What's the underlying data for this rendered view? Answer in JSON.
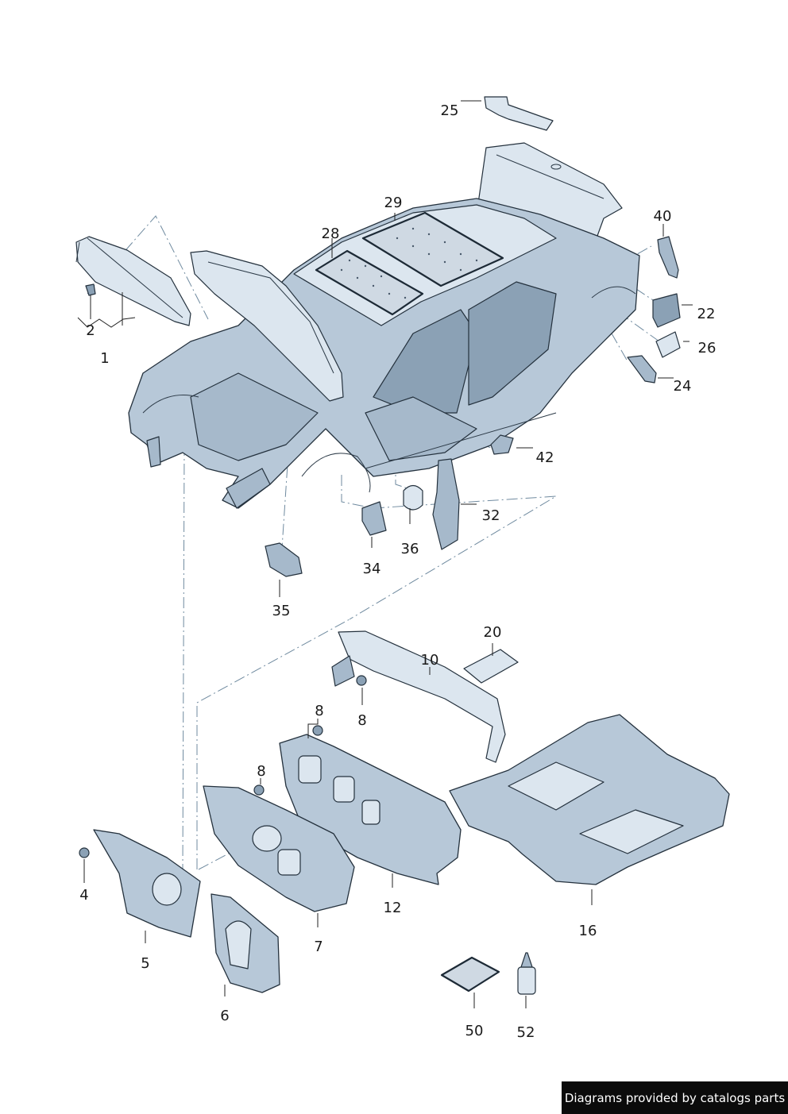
{
  "callouts": {
    "c1": "1",
    "c2": "2",
    "c4": "4",
    "c5": "5",
    "c6": "6",
    "c7": "7",
    "c8a": "8",
    "c8b": "8",
    "c8c": "8",
    "c10": "10",
    "c12": "12",
    "c16": "16",
    "c20": "20",
    "c22": "22",
    "c24": "24",
    "c25": "25",
    "c26": "26",
    "c28": "28",
    "c29": "29",
    "c32": "32",
    "c34": "34",
    "c35": "35",
    "c36": "36",
    "c40": "40",
    "c42": "42",
    "c50": "50",
    "c52": "52"
  },
  "footer": {
    "banner_text": "Diagrams provided by catalogs parts"
  },
  "colors": {
    "part_fill": "#b7c8d8",
    "part_highlight": "#dce6ef",
    "outline": "#24313d",
    "banner_bg": "#0b0b0b"
  }
}
